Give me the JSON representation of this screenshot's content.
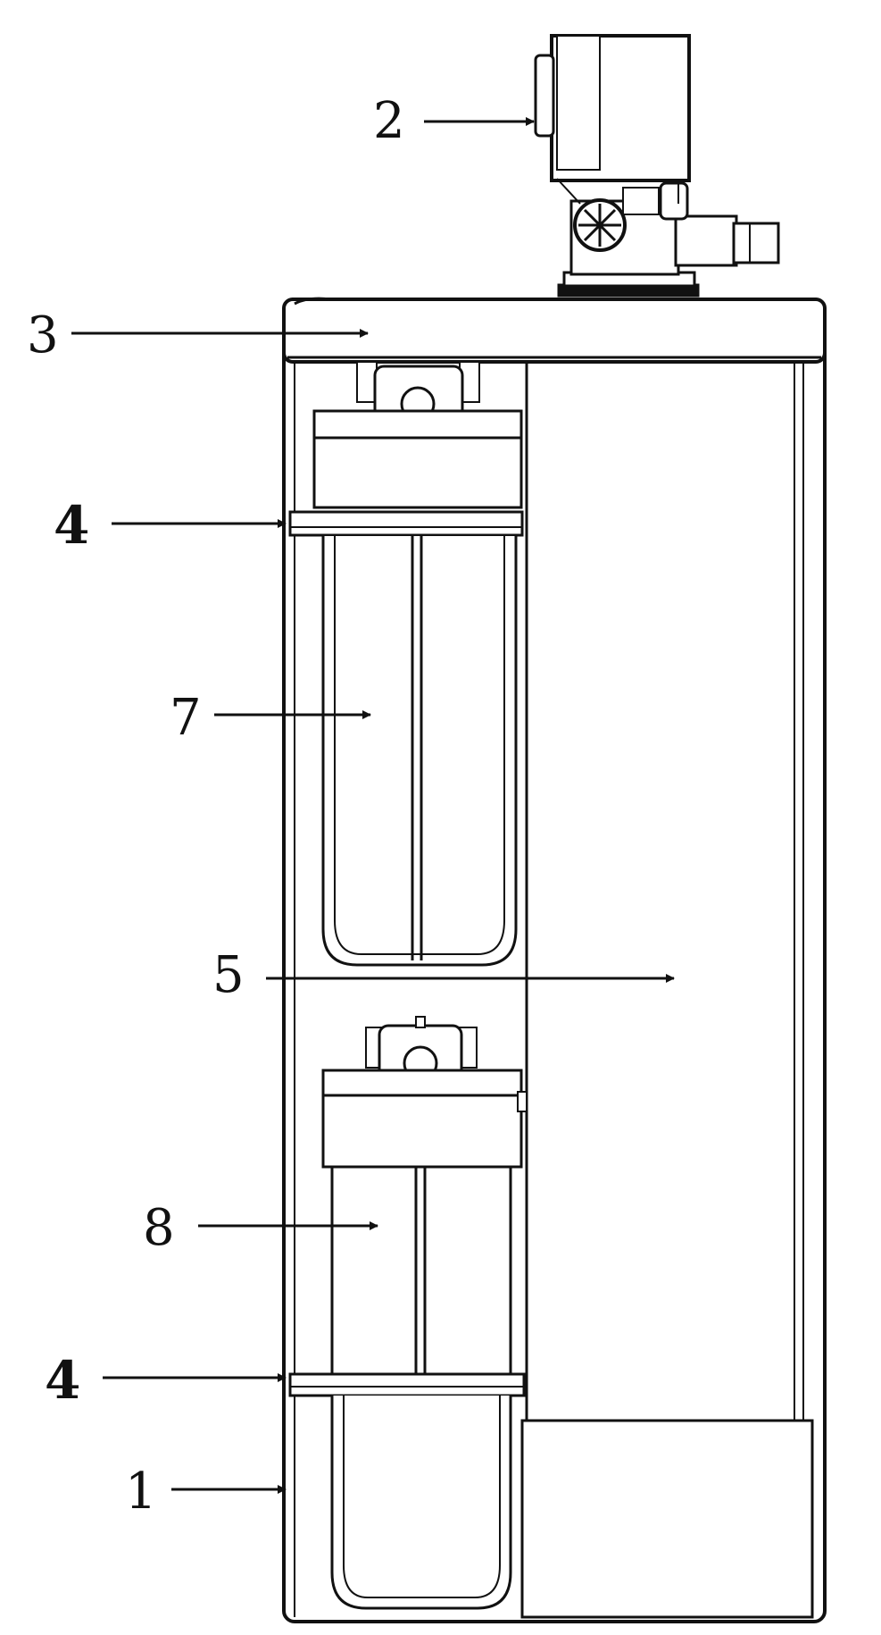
{
  "labels": {
    "l1": "1",
    "l2": "2",
    "l3": "3",
    "l4a": "4",
    "l4b": "4",
    "l5": "5",
    "l7": "7",
    "l8": "8"
  },
  "colors": {
    "line": "#111111",
    "background": "#ffffff"
  }
}
